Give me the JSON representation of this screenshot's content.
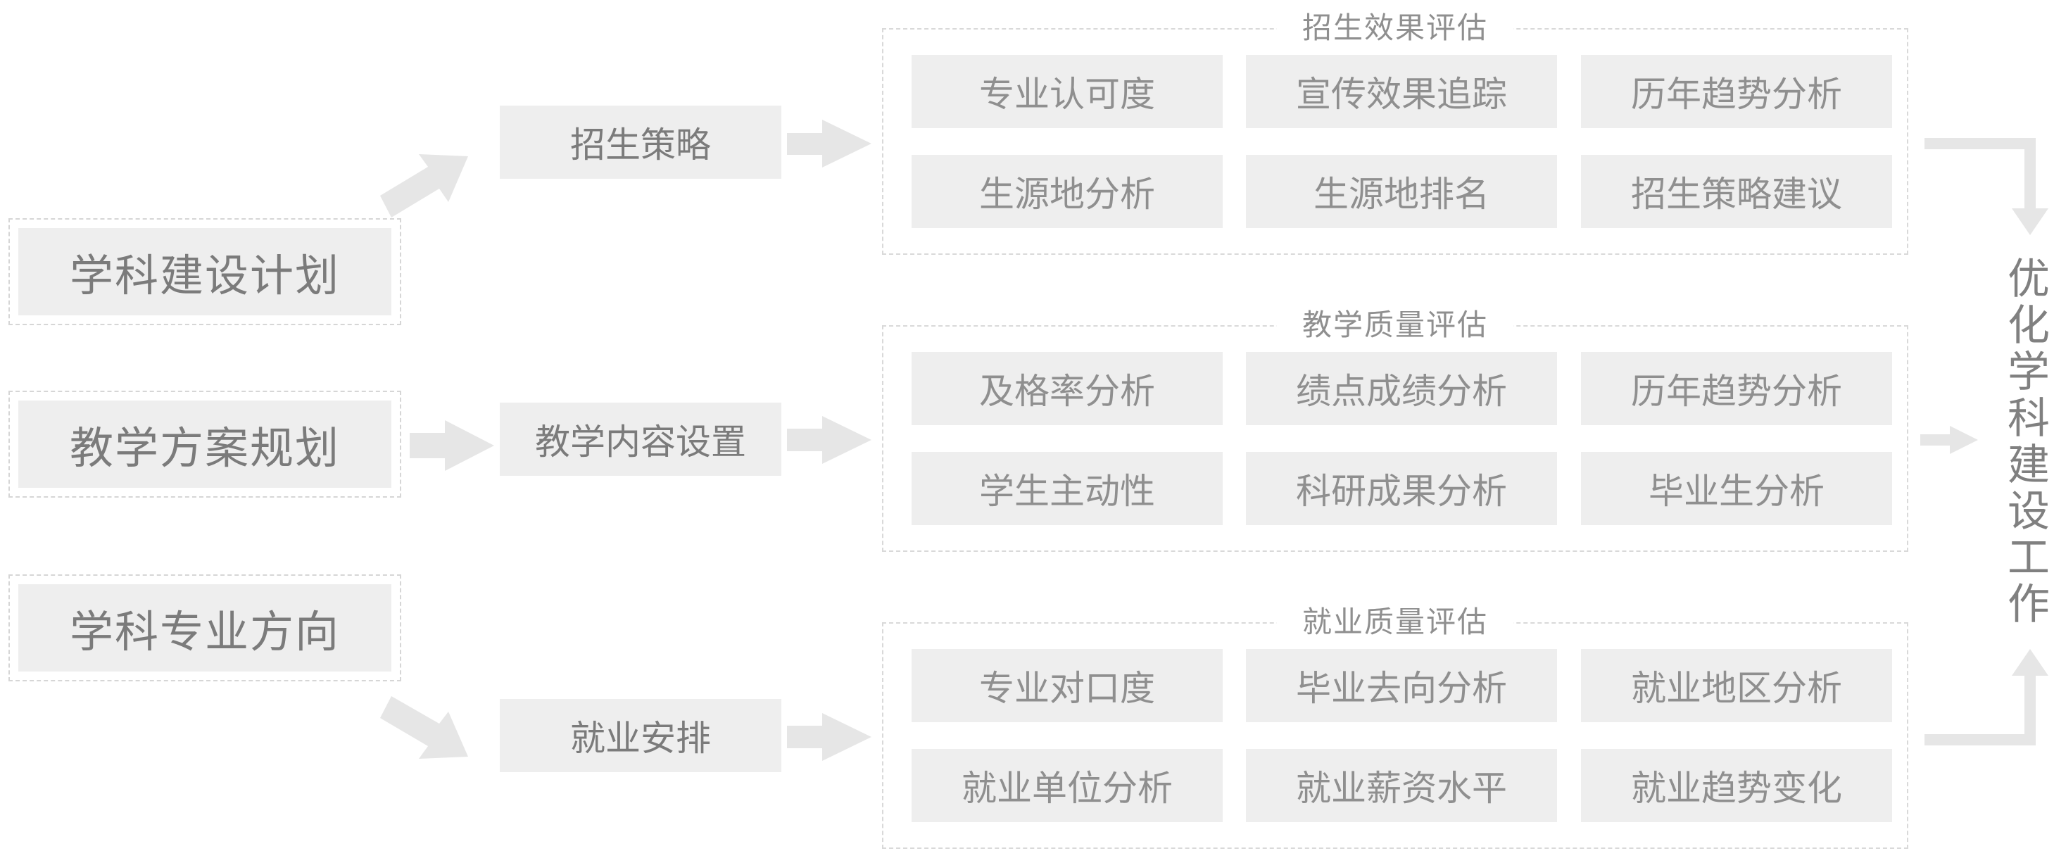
{
  "plans": [
    {
      "label": "学科建设计划"
    },
    {
      "label": "教学方案规划"
    },
    {
      "label": "学科专业方向"
    }
  ],
  "middle": [
    {
      "label": "招生策略"
    },
    {
      "label": "教学内容设置"
    },
    {
      "label": "就业安排"
    }
  ],
  "groups": [
    {
      "title": "招生效果评估",
      "items": [
        "专业认可度",
        "宣传效果追踪",
        "历年趋势分析",
        "生源地分析",
        "生源地排名",
        "招生策略建议"
      ]
    },
    {
      "title": "教学质量评估",
      "items": [
        "及格率分析",
        "绩点成绩分析",
        "历年趋势分析",
        "学生主动性",
        "科研成果分析",
        "毕业生分析"
      ]
    },
    {
      "title": "就业质量评估",
      "items": [
        "专业对口度",
        "毕业去向分析",
        "就业地区分析",
        "就业单位分析",
        "就业薪资水平",
        "就业趋势变化"
      ]
    }
  ],
  "result": {
    "label": "优化学科建设工作"
  },
  "colors": {
    "box_fill": "#eeeeee",
    "arrow": "#e6e6e6",
    "text": "#8a8a8a",
    "dashed_border": "#d9d9d9"
  }
}
